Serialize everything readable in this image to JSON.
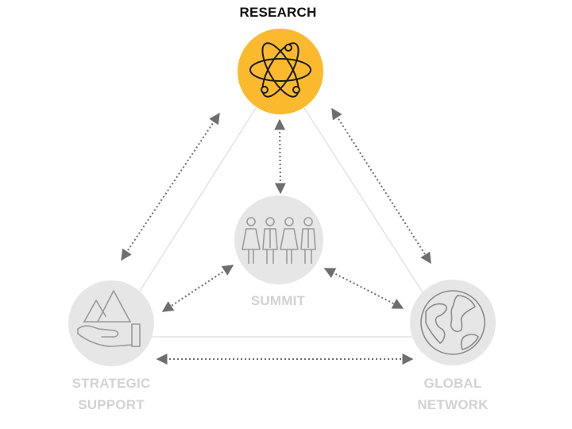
{
  "nodes": {
    "research": {
      "label": "RESEARCH",
      "icon": "atom-icon",
      "color": "#FBBA2E",
      "highlighted": true
    },
    "summit": {
      "label": "SUMMIT",
      "icon": "people-group-icon",
      "color": "#E6E6E6"
    },
    "strategic_support": {
      "label_line1": "STRATEGIC",
      "label_line2": "SUPPORT",
      "icon": "hand-mountains-icon",
      "color": "#E6E6E6"
    },
    "global_network": {
      "label_line1": "GLOBAL",
      "label_line2": "NETWORK",
      "icon": "globe-icon",
      "color": "#E6E6E6"
    }
  },
  "connections": [
    {
      "from": "research",
      "to": "strategic_support",
      "style": "dotted-double-arrow"
    },
    {
      "from": "research",
      "to": "summit",
      "style": "dotted-double-arrow"
    },
    {
      "from": "research",
      "to": "global_network",
      "style": "dotted-double-arrow"
    },
    {
      "from": "summit",
      "to": "strategic_support",
      "style": "dotted-double-arrow"
    },
    {
      "from": "summit",
      "to": "global_network",
      "style": "dotted-double-arrow"
    },
    {
      "from": "strategic_support",
      "to": "global_network",
      "style": "dotted-double-arrow"
    }
  ],
  "colors": {
    "accent": "#FBBA2E",
    "inactive_circle": "#E6E6E6",
    "inactive_text": "#D2D2D2",
    "arrow": "#6E6E6E",
    "triangle_line": "#E3E3E3"
  }
}
